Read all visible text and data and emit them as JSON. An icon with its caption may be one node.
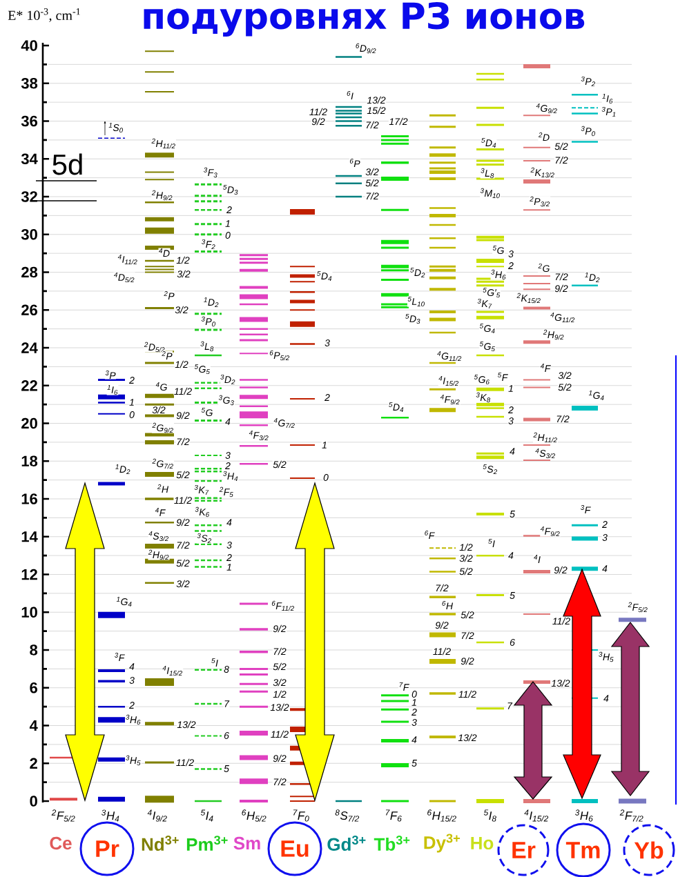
{
  "diagram": {
    "title": "подуровнях РЗ ионов",
    "nodes": [
      {
        "text": [
          "Pr"
        ]
      },
      {
        "text": [
          "Eu"
        ]
      },
      {
        "text": [
          "Er"
        ]
      },
      {
        "text": [
          "Tm"
        ]
      },
      {
        "text": [
          "Yb"
        ]
      }
    ],
    "labels": [
      "E* 10$^{-3}$, cm$^{-1}$",
      "40",
      "38",
      "36",
      "34",
      "32",
      "30",
      "28",
      "26",
      "24",
      "22",
      "20",
      "18",
      "16",
      "14",
      "12",
      "10",
      "8",
      "6",
      "4",
      "2",
      "0",
      "5d",
      "$^{6}$D$_{9/2}$",
      "$^{6}$I",
      "13/2",
      "11/2",
      "15/2",
      "9/2",
      "7/2",
      "17/2",
      "$^{6}$P",
      "3/2",
      "5/2",
      "7/2",
      "$^{1}$S$_{0}$",
      "$^{3}$P",
      "2",
      "$^{1}$I$_{6}$",
      "1",
      "0",
      "$^{1}$D$_{2}$",
      "$^{1}$G$_{4}$",
      "$^{3}$F",
      "4",
      "3",
      "2",
      "$^{3}$H$_{6}$",
      "$^{3}$H$_{5}$",
      "$^{2}$H$_{11/2}$",
      "$^{2}$H$_{9/2}$",
      "$^{4}$I$_{11/2}$",
      "$^{4}$D$_{5/2}$",
      "$^{4}$D",
      "1/2",
      "3/2",
      "$^{2}$P",
      "3/2",
      "$^{2}$D$_{5/2}$",
      "$^{2}$P",
      "1/2",
      "$^{4}$G",
      "11/2",
      "3/2",
      "9/2",
      "$^{2}$G$_{9/2}$",
      "7/2",
      "$^{2}$G$_{7/2}$",
      "5/2",
      "$^{2}$H",
      "11/2",
      "$^{4}$F",
      "9/2",
      "$^{4}$S$_{3/2}$",
      "7/2",
      "$^{2}$H$_{9/2}$",
      "5/2",
      "3/2",
      "$^{4}$I$_{15/2}$",
      "13/2",
      "11/2",
      "$^{3}$F$_{3}$",
      "$^{5}$D$_{3}$",
      "2",
      "1",
      "0",
      "$^{3}$F$_{2}$",
      "$^{1}$D$_{2}$",
      "$^{3}$P$_{0}$",
      "$^{3}$L$_{8}$",
      "$^{5}$G$_{5}$",
      "$^{3}$D$_{2}$",
      "$^{3}$G$_{3}$",
      "$^{5}$G",
      "4",
      "3",
      "2",
      "$^{3}$H$_{4}$",
      "$^{3}$K$_{7}$",
      "$^{2}$F$_{5}$",
      "$^{3}$K$_{6}$",
      "4",
      "$^{3}$S$_{2}$",
      "3",
      "2",
      "1",
      "$^{5}$I",
      "8",
      "7",
      "6",
      "5",
      "$^{6}$P$_{5/2}$",
      "$^{4}$G$_{7/2}$",
      "$^{4}$F$_{3/2}$",
      "5/2",
      "$^{6}$F$_{11/2}$",
      "9/2",
      "7/2",
      "5/2",
      "3/2",
      "1/2",
      "13/2",
      "11/2",
      "9/2",
      "7/2",
      "$^{5}$D$_{4}$",
      "3",
      "2",
      "1",
      "0",
      "$^{5}$D$_{2}$",
      "$^{5}$L$_{10}$",
      "$^{5}$D$_{3}$",
      "$^{5}$D$_{4}$",
      "$^{7}$F",
      "0",
      "1",
      "2",
      "3",
      "4",
      "5",
      "$^{4}$G$_{11/2}$",
      "$^{4}$I$_{15/2}$",
      "$^{4}$F$_{9/2}$",
      "$^{6}$F",
      "1/2",
      "3/2",
      "5/2",
      "7/2",
      "$^{6}$H",
      "5/2",
      "9/2",
      "7/2",
      "11/2",
      "9/2",
      "11/2",
      "13/2",
      "$^{5}$D$_{4}$",
      "$^{3}$L$_{8}$",
      "$^{3}$M$_{10}$",
      "$^{5}$G",
      "3",
      "2",
      "$^{3}$H$_{6}$",
      "$^{5}$G′$_{5}$",
      "$^{3}$K$_{7}$",
      "$^{5}$G$_{4}$",
      "$^{5}$G$_{5}$",
      "$^{5}$G$_{6}$",
      "$^{5}$F",
      "1",
      "$^{3}$K$_{8}$",
      "2",
      "3",
      "4",
      "$^{5}$S$_{2}$",
      "5",
      "$^{5}$I",
      "4",
      "5",
      "6",
      "7",
      "$^{4}$G$_{9/2}$",
      "$^{2}$D",
      "5/2",
      "7/2",
      "$^{2}$K$_{13/2}$",
      "$^{2}$P$_{3/2}$",
      "$^{2}$G",
      "7/2",
      "9/2",
      "$^{2}$K$_{15/2}$",
      "$^{4}$G$_{11/2}$",
      "$^{2}$H$_{9/2}$",
      "$^{4}$F",
      "3/2",
      "5/2",
      "7/2",
      "$^{2}$H$_{11/2}$",
      "$^{4}$S$_{3/2}$",
      "$^{4}$F$_{9/2}$",
      "$^{4}$I",
      "9/2",
      "11/2",
      "13/2",
      "$^{3}$P$_{2}$",
      "$^{1}$I$_{6}$",
      "$^{3}$P$_{1}$",
      "$^{3}$P$_{0}$",
      "$^{1}$D$_{2}$",
      "$^{1}$G$_{4}$",
      "$^{3}$F",
      "2",
      "3",
      "4",
      "$^{3}$H$_{5}$",
      "4",
      "$^{2}$F$_{5/2}$",
      "$^{2}$F$_{5/2}$",
      "$^{3}$H$_{4}$",
      "$^{4}$I$_{9/2}$",
      "$^{5}$I$_{4}$",
      "$^{6}$H$_{5/2}$",
      "$^{7}$F$_{0}$",
      "$^{8}$S$_{7/2}$",
      "$^{7}$F$_{6}$",
      "$^{6}$H$_{15/2}$",
      "$^{5}$I$_{8}$",
      "$^{4}$I$_{15/2}$",
      "$^{3}$H$_{6}$",
      "$^{2}$F$_{7/2}$",
      "Ce",
      "Nd$^{3+}$",
      "Pm$^{3+}$",
      "Sm",
      "Gd$^{3+}$",
      "Tb$^{3+}$",
      "Dy$^{3+}$",
      "Ho"
    ]
  }
}
